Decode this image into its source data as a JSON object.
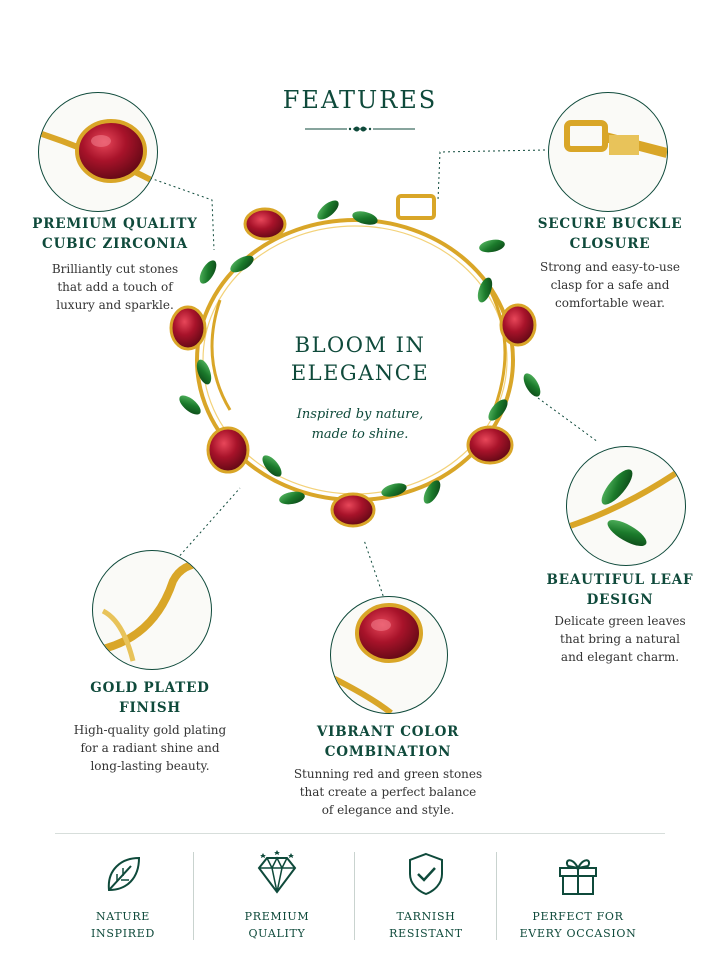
{
  "header": {
    "title": "FEATURES"
  },
  "center": {
    "title_line1": "BLOOM IN",
    "title_line2": "ELEGANCE",
    "subtitle_line1": "Inspired by nature,",
    "subtitle_line2": "made to shine."
  },
  "features": {
    "zirconia": {
      "title_line1": "PREMIUM QUALITY",
      "title_line2": "CUBIC ZIRCONIA",
      "desc": [
        "Brilliantly cut stones",
        "that add a touch of",
        "luxury and sparkle."
      ]
    },
    "buckle": {
      "title_line1": "SECURE BUCKLE",
      "title_line2": "CLOSURE",
      "desc": [
        "Strong and easy-to-use",
        "clasp for a safe and",
        "comfortable wear."
      ]
    },
    "leaf": {
      "title_line1": "BEAUTIFUL LEAF",
      "title_line2": "DESIGN",
      "desc": [
        "Delicate green leaves",
        "that bring a natural",
        "and elegant charm."
      ]
    },
    "gold": {
      "title_line1": "GOLD PLATED",
      "title_line2": "FINISH",
      "desc": [
        "High-quality gold plating",
        "for a radiant shine and",
        "long-lasting beauty."
      ]
    },
    "color": {
      "title_line1": "VIBRANT COLOR",
      "title_line2": "COMBINATION",
      "desc": [
        "Stunning red and green stones",
        "that create a perfect balance",
        "of elegance and style."
      ]
    }
  },
  "badges": [
    {
      "icon": "leaf-icon",
      "line1": "NATURE",
      "line2": "INSPIRED"
    },
    {
      "icon": "diamond-icon",
      "line1": "PREMIUM",
      "line2": "QUALITY"
    },
    {
      "icon": "shield-check-icon",
      "line1": "TARNISH",
      "line2": "RESISTANT"
    },
    {
      "icon": "gift-icon",
      "line1": "PERFECT FOR",
      "line2": "EVERY OCCASION"
    }
  ],
  "colors": {
    "accent": "#0f4a3b",
    "gold": "#d9a628",
    "ruby": "#9b1020",
    "emerald": "#1f7a2e"
  }
}
